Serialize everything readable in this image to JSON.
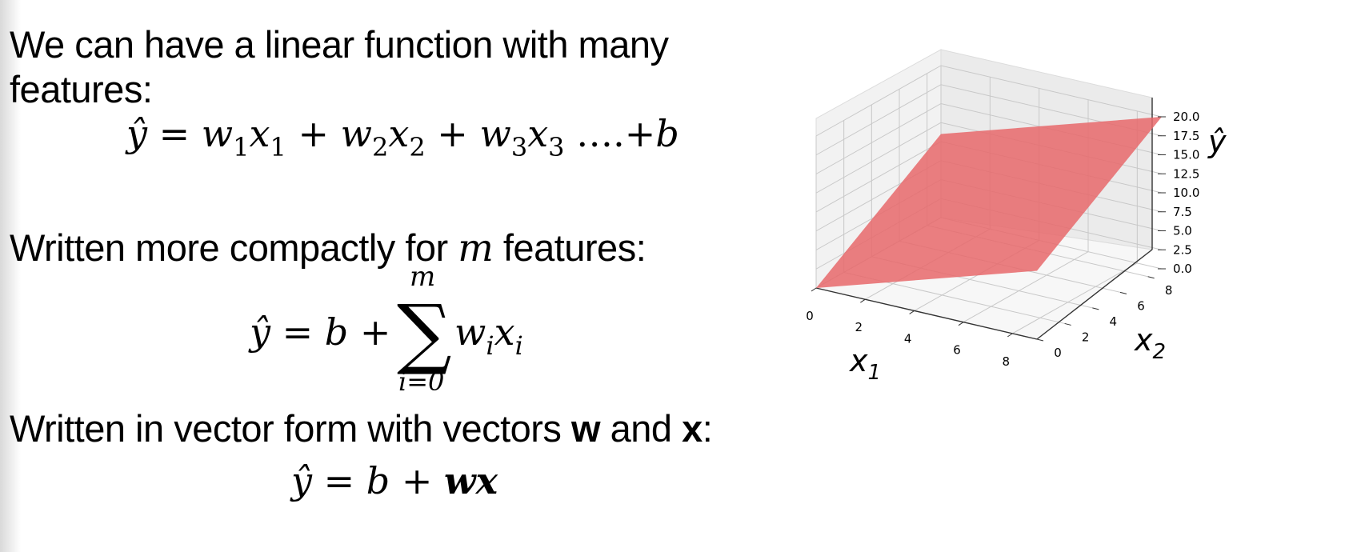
{
  "text": {
    "line1": "We can have a linear function with many",
    "line2": "features:",
    "line3_pre": "Written more compactly for ",
    "line3_var": "m",
    "line3_post": " features:",
    "line4_pre": "Written in vector form with vectors ",
    "line4_w": "w",
    "line4_and": " and ",
    "line4_x": "x",
    "line4_colon": ":"
  },
  "equations": {
    "eq1": {
      "yhat": "ŷ",
      "eq": " = ",
      "terms": [
        {
          "w": "w",
          "sub": "1",
          "x": "x",
          "xsub": "1",
          "op": " + "
        },
        {
          "w": "w",
          "sub": "2",
          "x": "x",
          "xsub": "2",
          "op": " + "
        },
        {
          "w": "w",
          "sub": "3",
          "x": "x",
          "xsub": "3",
          "op": ""
        }
      ],
      "tail": " ….+",
      "b": "b"
    },
    "eq2": {
      "lhs": "ŷ = ",
      "b": "b",
      "plus": " + ",
      "sigma": "∑",
      "upper": "m",
      "lower": "i=0",
      "w": "w",
      "wsub": "i",
      "x": "x",
      "xsub": "i"
    },
    "eq3": {
      "lhs": "ŷ = ",
      "b": "b",
      "plus": " + ",
      "wx": "wx"
    }
  },
  "chart_data": {
    "type": "surface3d",
    "x_label": "x",
    "x_label_sub": "1",
    "y_label": "x",
    "y_label_sub": "2",
    "z_label": "ŷ",
    "x_ticks": [
      "0",
      "2",
      "4",
      "6",
      "8"
    ],
    "y_ticks": [
      "0",
      "2",
      "4",
      "6",
      "8"
    ],
    "z_ticks": [
      "0.0",
      "2.5",
      "5.0",
      "7.5",
      "10.0",
      "12.5",
      "15.0",
      "17.5",
      "20.0"
    ],
    "xlim": [
      0,
      9
    ],
    "ylim": [
      0,
      9
    ],
    "zlim": [
      0,
      20
    ],
    "surface": {
      "description_corners": [
        {
          "x": 0,
          "y": 0,
          "z": 0
        },
        {
          "x": 9,
          "y": 0,
          "z": 9
        },
        {
          "x": 9,
          "y": 9,
          "z": 20
        },
        {
          "x": 0,
          "y": 9,
          "z": 11
        }
      ],
      "color": "#e8696b"
    },
    "grid": true
  }
}
